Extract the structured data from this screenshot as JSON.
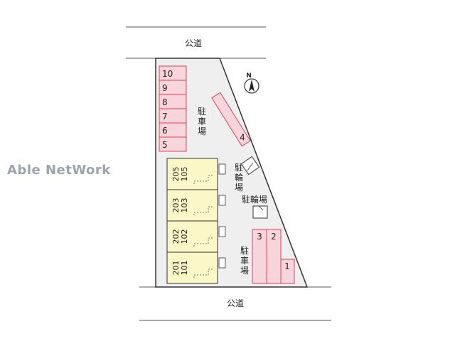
{
  "roads": {
    "top": "公道",
    "bottom": "公道"
  },
  "labels": {
    "parking_north": [
      "駐",
      "車",
      "場"
    ],
    "parking_south": [
      "駐",
      "車",
      "場"
    ],
    "bike_parking_vertical": [
      "駐",
      "輪",
      "場"
    ],
    "bike_parking_horizontal": "駐輪場"
  },
  "parking_stalls": {
    "west_column": [
      "10",
      "9",
      "8",
      "7",
      "6",
      "5"
    ],
    "angled": "4",
    "south_group": [
      "3",
      "2",
      "1"
    ]
  },
  "building_units": [
    {
      "upper": "205",
      "lower": "105"
    },
    {
      "upper": "203",
      "lower": "103"
    },
    {
      "upper": "202",
      "lower": "102"
    },
    {
      "upper": "201",
      "lower": "101"
    }
  ],
  "compass": {
    "label": "N"
  },
  "watermark": "Able NetWork",
  "colors": {
    "lot_fill": "#efefef",
    "stall_fill": "#f7d5da",
    "stall_stroke": "#e0405a",
    "unit_fill": "#fbf7c6",
    "outline": "#333333"
  }
}
